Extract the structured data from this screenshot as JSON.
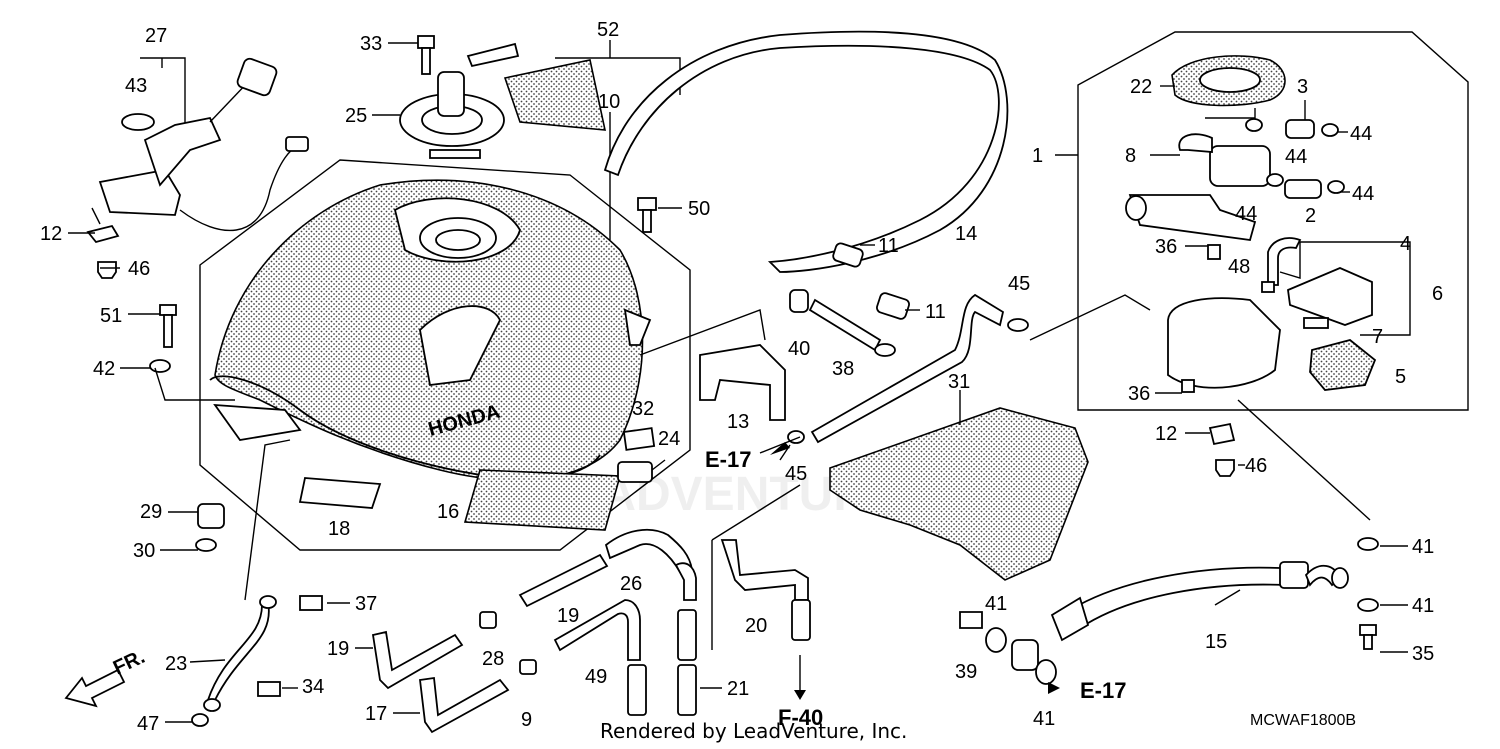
{
  "diagram": {
    "callouts": [
      {
        "id": "c27",
        "text": "27"
      },
      {
        "id": "c43",
        "text": "43"
      },
      {
        "id": "c12a",
        "text": "12"
      },
      {
        "id": "c46a",
        "text": "46"
      },
      {
        "id": "c51",
        "text": "51"
      },
      {
        "id": "c42",
        "text": "42"
      },
      {
        "id": "c29",
        "text": "29"
      },
      {
        "id": "c30",
        "text": "30"
      },
      {
        "id": "c33",
        "text": "33"
      },
      {
        "id": "c25",
        "text": "25"
      },
      {
        "id": "c52",
        "text": "52"
      },
      {
        "id": "c10",
        "text": "10"
      },
      {
        "id": "c50",
        "text": "50"
      },
      {
        "id": "c18",
        "text": "18"
      },
      {
        "id": "c16",
        "text": "16"
      },
      {
        "id": "c32",
        "text": "32"
      },
      {
        "id": "c24",
        "text": "24"
      },
      {
        "id": "c13",
        "text": "13"
      },
      {
        "id": "c11a",
        "text": "11"
      },
      {
        "id": "c11b",
        "text": "11"
      },
      {
        "id": "c40",
        "text": "40"
      },
      {
        "id": "c38",
        "text": "38"
      },
      {
        "id": "c14",
        "text": "14"
      },
      {
        "id": "c45a",
        "text": "45"
      },
      {
        "id": "c45b",
        "text": "45"
      },
      {
        "id": "c31",
        "text": "31"
      },
      {
        "id": "c1",
        "text": "1"
      },
      {
        "id": "c22",
        "text": "22"
      },
      {
        "id": "c3",
        "text": "3"
      },
      {
        "id": "c44a",
        "text": "44"
      },
      {
        "id": "c8",
        "text": "8"
      },
      {
        "id": "c44b",
        "text": "44"
      },
      {
        "id": "c44c",
        "text": "44"
      },
      {
        "id": "c44d",
        "text": "44"
      },
      {
        "id": "c2",
        "text": "2"
      },
      {
        "id": "c4",
        "text": "4"
      },
      {
        "id": "c36a",
        "text": "36"
      },
      {
        "id": "c48",
        "text": "48"
      },
      {
        "id": "c6",
        "text": "6"
      },
      {
        "id": "c7",
        "text": "7"
      },
      {
        "id": "c5",
        "text": "5"
      },
      {
        "id": "c36b",
        "text": "36"
      },
      {
        "id": "c12b",
        "text": "12"
      },
      {
        "id": "c46b",
        "text": "46"
      },
      {
        "id": "c41a",
        "text": "41"
      },
      {
        "id": "c41b",
        "text": "41"
      },
      {
        "id": "c41c",
        "text": "41"
      },
      {
        "id": "c41d",
        "text": "41"
      },
      {
        "id": "c35",
        "text": "35"
      },
      {
        "id": "c15",
        "text": "15"
      },
      {
        "id": "c39",
        "text": "39"
      },
      {
        "id": "c37",
        "text": "37"
      },
      {
        "id": "c23",
        "text": "23"
      },
      {
        "id": "c34",
        "text": "34"
      },
      {
        "id": "c47",
        "text": "47"
      },
      {
        "id": "c19a",
        "text": "19"
      },
      {
        "id": "c28",
        "text": "28"
      },
      {
        "id": "c17",
        "text": "17"
      },
      {
        "id": "c19b",
        "text": "19"
      },
      {
        "id": "c9",
        "text": "9"
      },
      {
        "id": "c26",
        "text": "26"
      },
      {
        "id": "c49",
        "text": "49"
      },
      {
        "id": "c20",
        "text": "20"
      },
      {
        "id": "c21",
        "text": "21"
      }
    ],
    "refs": {
      "e17_left": "E-17",
      "e17_right": "E-17",
      "f40": "F-40"
    },
    "front_marker": "FR.",
    "tank_brand": "HONDA",
    "footer": "Rendered by LeadVenture, Inc.",
    "diagram_code": "MCWAF1800B",
    "watermark": "LEADVENTURE"
  }
}
